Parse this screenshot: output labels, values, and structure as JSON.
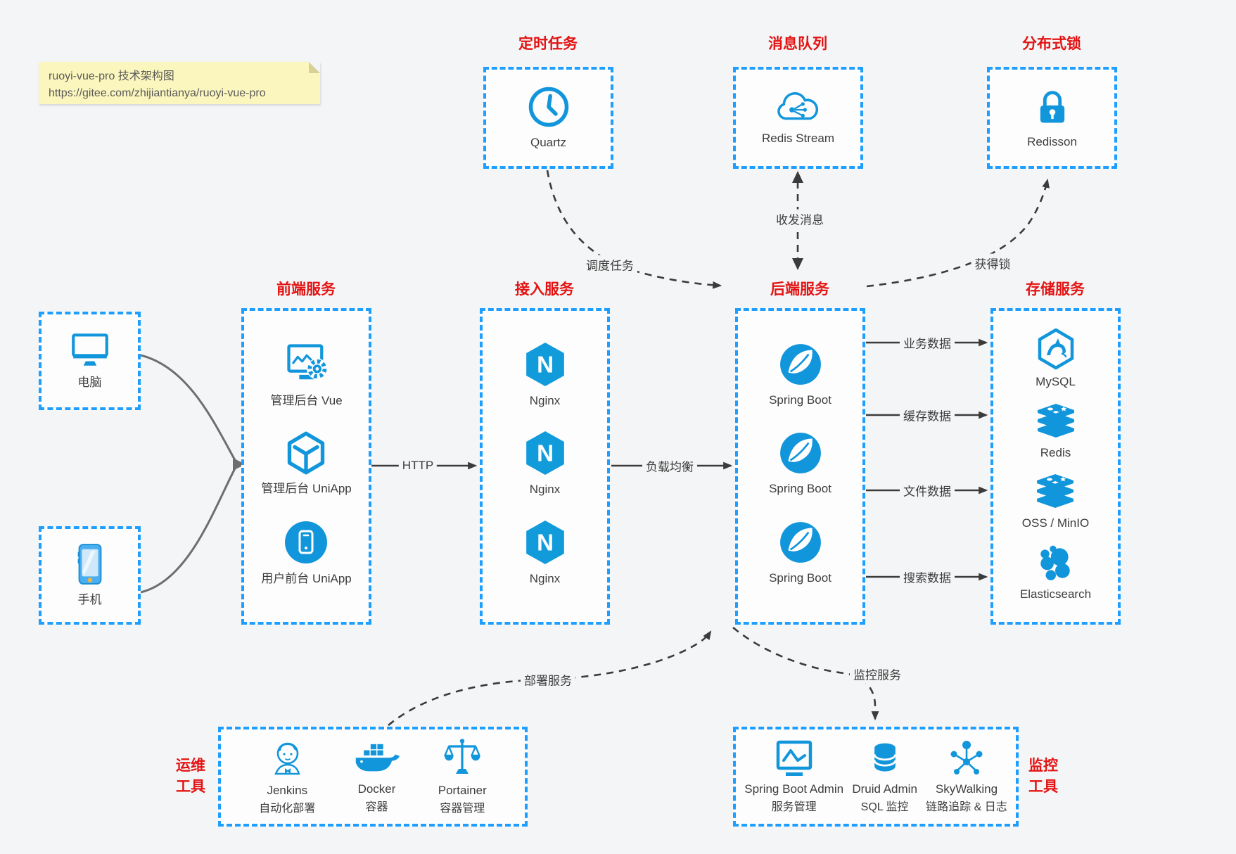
{
  "note": {
    "line1": "ruoyi-vue-pro 技术架构图",
    "line2": "https://gitee.com/zhijiantianya/ruoyi-vue-pro"
  },
  "colors": {
    "box_border_blue": "#1e9fff",
    "icon_blue": "#1296db",
    "title_red": "#e41313",
    "background": "#f4f5f6",
    "phone_home_button_yellow": "#f6b53c"
  },
  "groups": {
    "scheduler": {
      "title": "定时任务",
      "items": [
        {
          "icon": "clock-icon",
          "label": "Quartz"
        }
      ]
    },
    "mq": {
      "title": "消息队列",
      "items": [
        {
          "icon": "cloud-stream-icon",
          "label": "Redis Stream"
        }
      ]
    },
    "lock": {
      "title": "分布式锁",
      "items": [
        {
          "icon": "lock-icon",
          "label": "Redisson"
        }
      ]
    },
    "devices": {
      "pc": "电脑",
      "phone": "手机"
    },
    "frontend": {
      "title": "前端服务",
      "items": [
        {
          "icon": "admin-vue-icon",
          "label": "管理后台 Vue"
        },
        {
          "icon": "uniapp-cube-icon",
          "label": "管理后台 UniApp"
        },
        {
          "icon": "phone-circle-icon",
          "label": "用户前台 UniApp"
        }
      ]
    },
    "gateway": {
      "title": "接入服务",
      "items": [
        {
          "icon": "nginx-icon",
          "label": "Nginx"
        },
        {
          "icon": "nginx-icon",
          "label": "Nginx"
        },
        {
          "icon": "nginx-icon",
          "label": "Nginx"
        }
      ]
    },
    "backend": {
      "title": "后端服务",
      "items": [
        {
          "icon": "spring-icon",
          "label": "Spring Boot"
        },
        {
          "icon": "spring-icon",
          "label": "Spring Boot"
        },
        {
          "icon": "spring-icon",
          "label": "Spring Boot"
        }
      ]
    },
    "storage": {
      "title": "存储服务",
      "items": [
        {
          "icon": "mysql-icon",
          "label": "MySQL"
        },
        {
          "icon": "redis-stack-icon",
          "label": "Redis"
        },
        {
          "icon": "redis-stack-icon",
          "label": "OSS / MinIO"
        },
        {
          "icon": "elasticsearch-icon",
          "label": "Elasticsearch"
        }
      ]
    },
    "ops": {
      "title_line1": "运维",
      "title_line2": "工具",
      "items": [
        {
          "icon": "jenkins-icon",
          "label": "Jenkins",
          "sub": "自动化部署"
        },
        {
          "icon": "docker-icon",
          "label": "Docker",
          "sub": "容器"
        },
        {
          "icon": "portainer-icon",
          "label": "Portainer",
          "sub": "容器管理"
        }
      ]
    },
    "monitor": {
      "title_line1": "监控",
      "title_line2": "工具",
      "items": [
        {
          "icon": "sba-monitor-icon",
          "label": "Spring Boot Admin",
          "sub": "服务管理"
        },
        {
          "icon": "druid-db-icon",
          "label": "Druid Admin",
          "sub": "SQL 监控"
        },
        {
          "icon": "skywalking-icon",
          "label": "SkyWalking",
          "sub": "链路追踪 & 日志"
        }
      ]
    }
  },
  "connectors": {
    "http": "HTTP",
    "load_balance": "负载均衡",
    "biz_data": "业务数据",
    "cache_data": "缓存数据",
    "file_data": "文件数据",
    "search_data": "搜索数据",
    "schedule": "调度任务",
    "messages": "收发消息",
    "get_lock": "获得锁",
    "deploy": "部署服务",
    "monitor": "监控服务"
  }
}
